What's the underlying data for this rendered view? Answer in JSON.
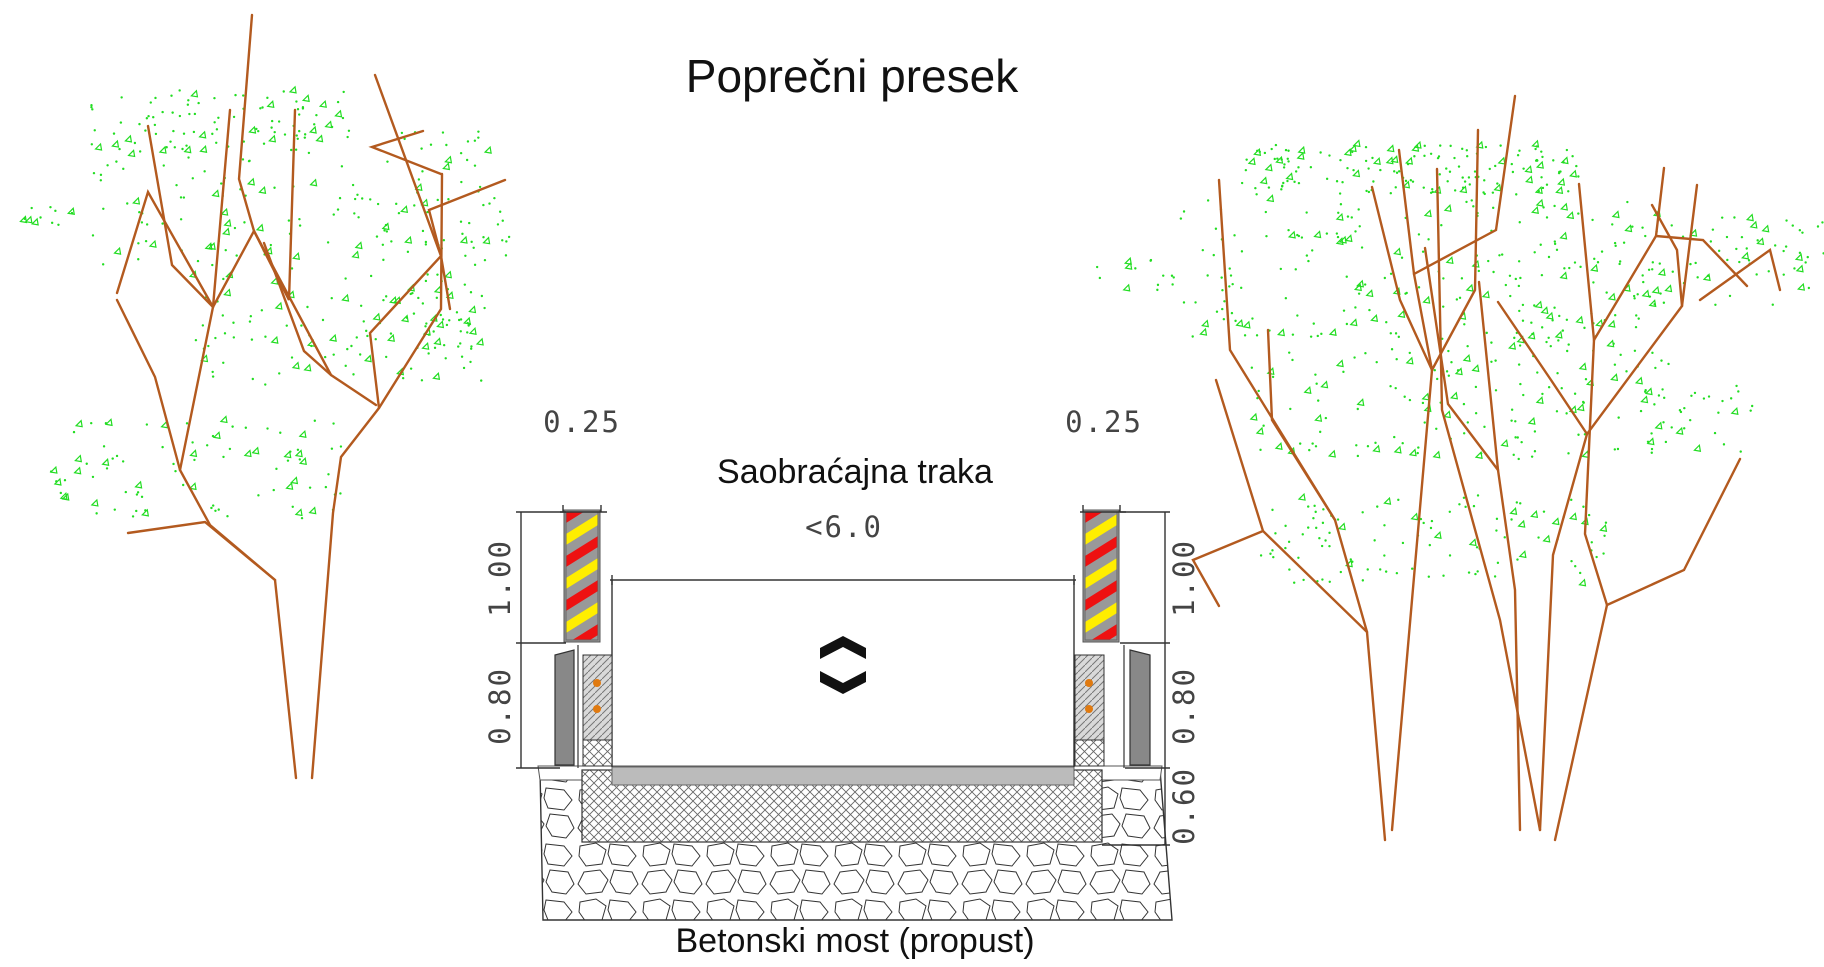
{
  "title": "Poprečni presek",
  "lane_label": "Saobraćajna   traka",
  "bridge_label": "Betonski most (propust)",
  "dimensions": {
    "left_top_width": "0.25",
    "right_top_width": "0.25",
    "lane_width": "<6.0",
    "left_delineator_height": "1.00",
    "left_base_height": "0.80",
    "right_delineator_height": "1.00",
    "right_base_height": "0.80",
    "pavement_depth": "0.60"
  },
  "colors": {
    "branch": "#b35a1f",
    "foliage": "#22dd22",
    "stripe_red": "#ee1111",
    "stripe_yellow": "#ffee00",
    "concrete": "#888888",
    "asphalt": "#bbbbbb"
  },
  "icons": {
    "lane_symbol": "double-chevron-icon"
  }
}
